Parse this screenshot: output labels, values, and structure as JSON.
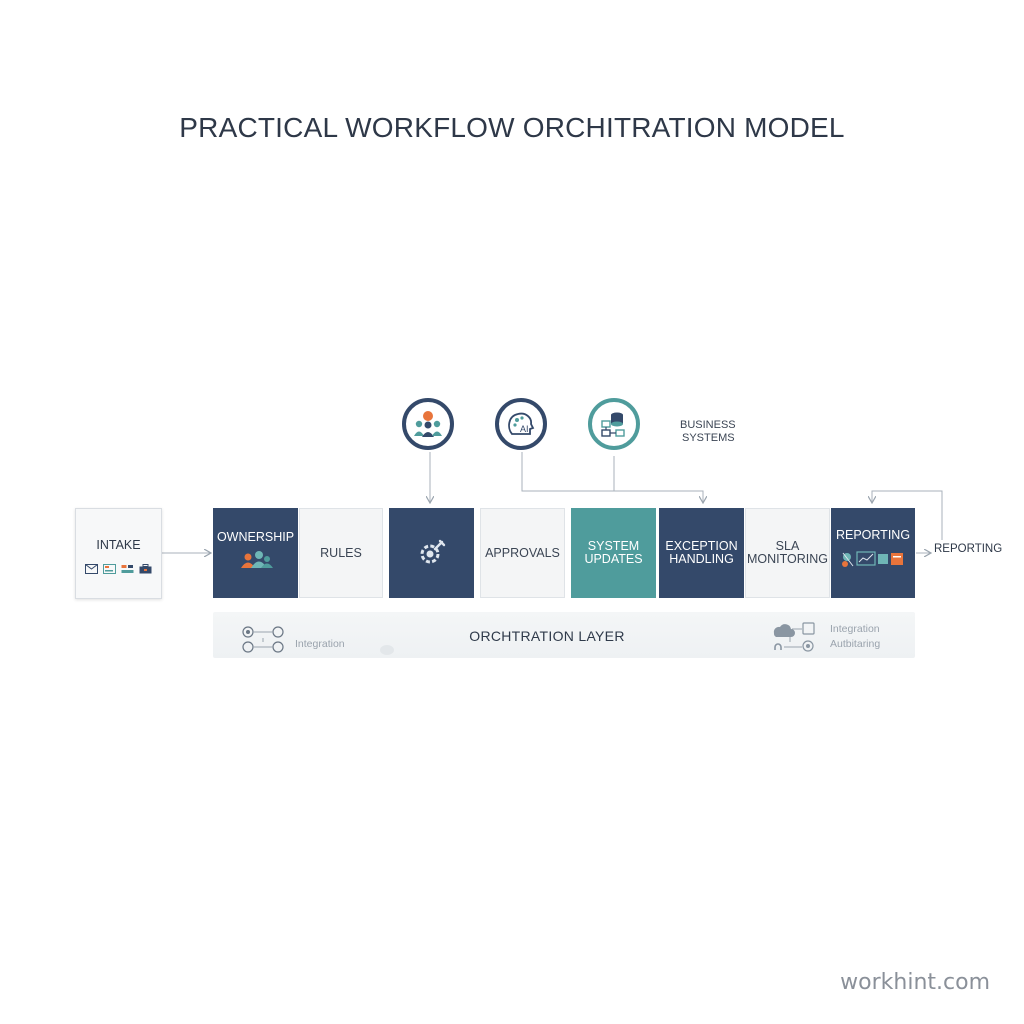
{
  "title": "PRACTICAL WORKFLOW ORCHITRATION MODEL",
  "intake": {
    "label": "INTAKE"
  },
  "stages": {
    "ownership": "OWNERSHIP",
    "rules": "RULES",
    "approvals": "APPROVALS",
    "system_updates_line1": "SYSTEM",
    "system_updates_line2": "UPDATES",
    "exception_line1": "EXCEPTION",
    "exception_line2": "HANDLING",
    "sla_line1": "SLA",
    "sla_line2": "MONITORING",
    "reporting": "REPORTING"
  },
  "business_systems": {
    "line1": "BUSINESS",
    "line2": "SYSTEMS"
  },
  "output_label": "REPORTING",
  "layer": {
    "title": "ORCHTRATION LAYER",
    "left_label": "Integration",
    "right_label_1": "Integration",
    "right_label_2": "Autbitaring"
  },
  "watermark": "workhint.com",
  "colors": {
    "navy": "#34496a",
    "teal": "#4f9c9c",
    "orange": "#e8743b",
    "light": "#f4f5f6"
  }
}
